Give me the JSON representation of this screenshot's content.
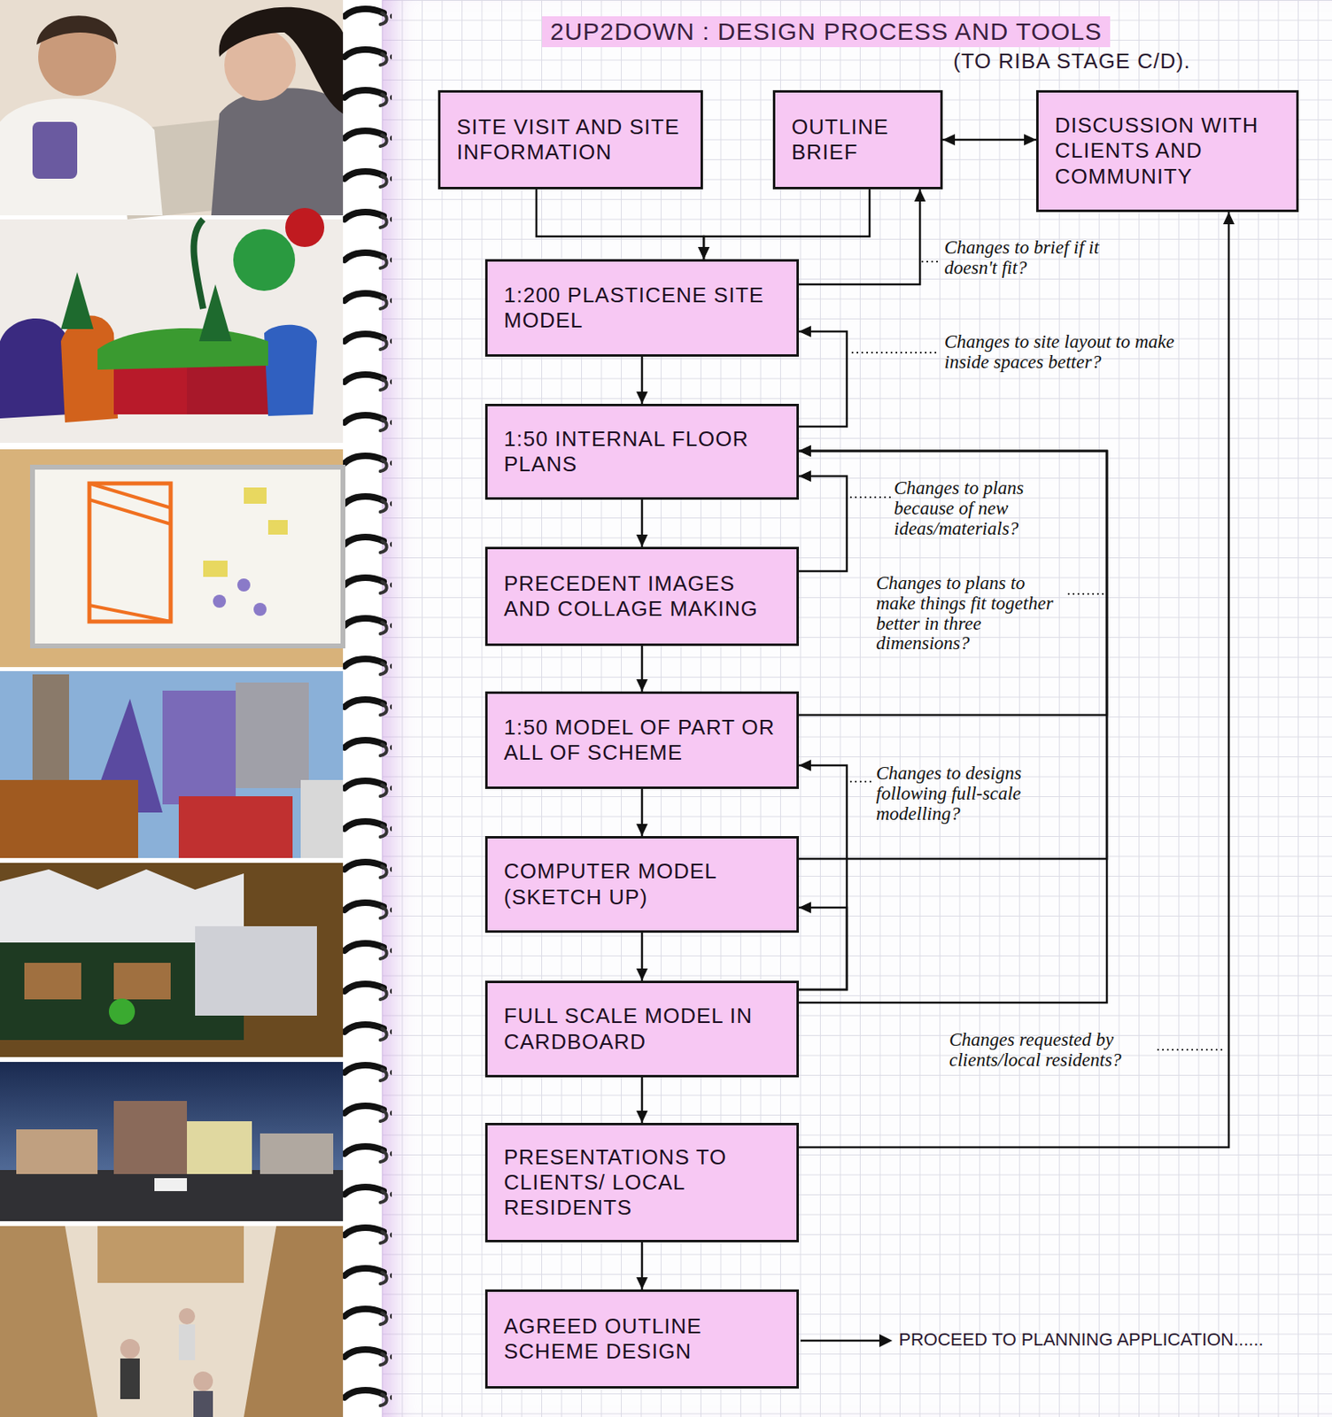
{
  "diagram": {
    "title": "2UP2DOWN : DESIGN PROCESS AND TOOLS",
    "nodes": [
      {
        "text": [
          "SITE VISIT AND SITE INFORMATION"
        ]
      },
      {
        "text": [
          "OUTLINE BRIEF"
        ]
      },
      {
        "text": [
          "DISCUSSION WITH CLIENTS AND COMMUNITY"
        ]
      },
      {
        "text": [
          "1:200 PLASTICENE SITE MODEL"
        ]
      },
      {
        "text": [
          "1:50 INTERNAL FLOOR PLANS"
        ]
      },
      {
        "text": [
          "PRECEDENT IMAGES AND COLLAGE MAKING"
        ]
      },
      {
        "text": [
          "1:50 MODEL OF PART OR ALL OF SCHEME"
        ]
      },
      {
        "text": [
          "COMPUTER MODEL (SKETCH UP)"
        ]
      },
      {
        "text": [
          "FULL SCALE MODEL IN CARDBOARD"
        ]
      },
      {
        "text": [
          "PRESENTATIONS TO CLIENTS/ LOCAL RESIDENTS"
        ]
      },
      {
        "text": [
          "AGREED OUTLINE SCHEME DESIGN"
        ]
      }
    ],
    "edges": [
      {
        "from": 0,
        "to": 3,
        "arrow": "to"
      },
      {
        "from": 1,
        "to": 3,
        "arrow": "to"
      },
      {
        "from": 1,
        "to": 2,
        "arrow": "both"
      },
      {
        "from": 3,
        "to": 1,
        "arrow": "to",
        "label": "Changes to brief if it doesn't fit?"
      },
      {
        "from": 3,
        "to": 4,
        "arrow": "to"
      },
      {
        "from": 4,
        "to": 3,
        "arrow": "to",
        "label": "Changes to site layout to make inside spaces better?"
      },
      {
        "from": 4,
        "to": 5,
        "arrow": "to"
      },
      {
        "from": 5,
        "to": 4,
        "arrow": "to",
        "label": "Changes to plans because of new ideas/materials?"
      },
      {
        "from": 5,
        "to": 6,
        "arrow": "to"
      },
      {
        "from": 6,
        "to": 4,
        "arrow": "to",
        "label": "Changes to plans to make things fit together better in three dimensions?"
      },
      {
        "from": 7,
        "to": 4,
        "arrow": "to"
      },
      {
        "from": 8,
        "to": 4,
        "arrow": "to"
      },
      {
        "from": 6,
        "to": 7,
        "arrow": "to"
      },
      {
        "from": 8,
        "to": 6,
        "arrow": "to",
        "label": "Changes to designs following full-scale modelling?"
      },
      {
        "from": 8,
        "to": 7,
        "arrow": "to"
      },
      {
        "from": 7,
        "to": 8,
        "arrow": "to"
      },
      {
        "from": 9,
        "to": 2,
        "arrow": "to",
        "label": "Changes requested by clients/local residents?"
      },
      {
        "from": 8,
        "to": 9,
        "arrow": "to"
      },
      {
        "from": 9,
        "to": 10,
        "arrow": "to"
      }
    ],
    "labels": [
      "(TO RIBA STAGE C/D).",
      "PROCEED TO PLANNING APPLICATION......"
    ]
  }
}
